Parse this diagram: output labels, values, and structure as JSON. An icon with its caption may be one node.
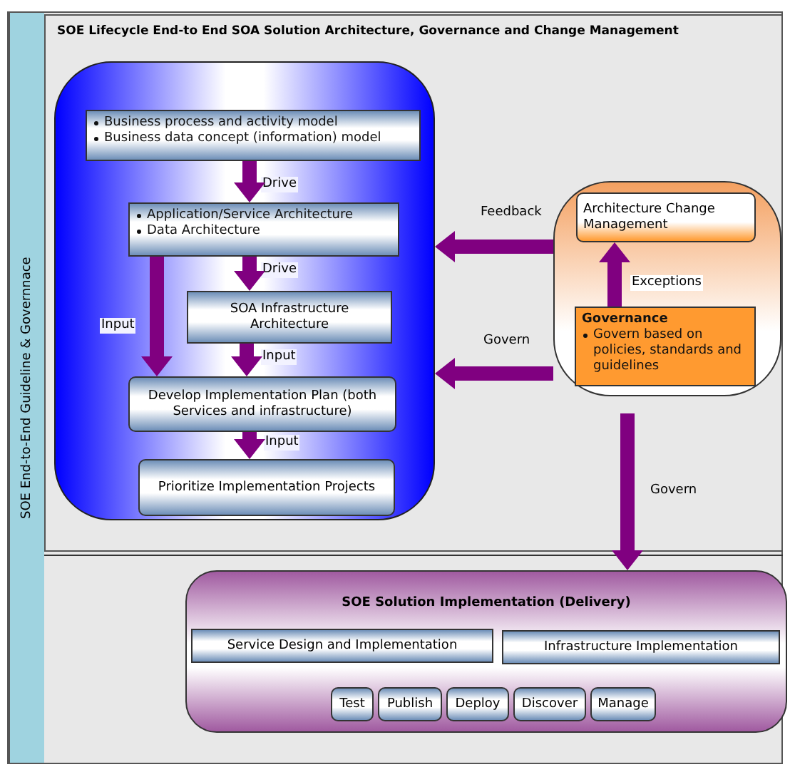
{
  "diagram": {
    "nodes": [
      {
        "text": [
          "SOE End-to-End Guideline & Governnace"
        ]
      },
      {
        "text": [
          "SOE Lifecycle End-to End SOA Solution Architecture, Governance and Change Management"
        ],
        "in": 0
      },
      {
        "text": [],
        "shape": "box",
        "in": 1
      },
      {
        "text": [
          "Business process and activity model",
          "Business data concept (information) model"
        ],
        "in": 2
      },
      {
        "text": [
          "Application/Service Architecture",
          "Data Architecture"
        ],
        "in": 2
      },
      {
        "text": [
          "SOA Infrastructure Architecture"
        ],
        "in": 2
      },
      {
        "text": [
          "Develop Implementation Plan (both Services and infrastructure)"
        ],
        "in": 2
      },
      {
        "text": [
          "Prioritize Implementation Projects"
        ],
        "in": 2
      },
      {
        "text": [],
        "shape": "box",
        "in": 1
      },
      {
        "text": [
          "Architecture Change Management"
        ],
        "in": 8
      },
      {
        "text": [
          "Governance",
          "Govern based on policies, standards and guidelines"
        ],
        "in": 8
      },
      {
        "text": [
          "SOE Solution Implementation (Delivery)"
        ],
        "in": 0
      },
      {
        "text": [
          "Service Design and Implementation"
        ],
        "in": 11
      },
      {
        "text": [
          "Infrastructure Implementation"
        ],
        "in": 11
      },
      {
        "text": [
          "Test"
        ],
        "in": 11
      },
      {
        "text": [
          "Publish"
        ],
        "in": 11
      },
      {
        "text": [
          "Deploy"
        ],
        "in": 11
      },
      {
        "text": [
          "Discover"
        ],
        "in": 11
      },
      {
        "text": [
          "Manage"
        ],
        "in": 11
      }
    ],
    "edges": [
      {
        "from": 3,
        "to": 4,
        "arrow": "to",
        "label": "Drive"
      },
      {
        "from": 4,
        "to": 5,
        "arrow": "to",
        "label": "Drive"
      },
      {
        "from": 4,
        "to": 6,
        "arrow": "to",
        "label": "Input"
      },
      {
        "from": 5,
        "to": 6,
        "arrow": "to",
        "label": "Input"
      },
      {
        "from": 6,
        "to": 7,
        "arrow": "to",
        "label": "Input"
      },
      {
        "from": 10,
        "to": 9,
        "arrow": "to",
        "label": "Exceptions"
      },
      {
        "from": 8,
        "to": 2,
        "arrow": "to",
        "label": "Feedback"
      },
      {
        "from": 8,
        "to": 2,
        "arrow": "to",
        "label": "Govern"
      },
      {
        "from": 8,
        "to": 11,
        "arrow": "to",
        "label": "Govern"
      }
    ]
  }
}
